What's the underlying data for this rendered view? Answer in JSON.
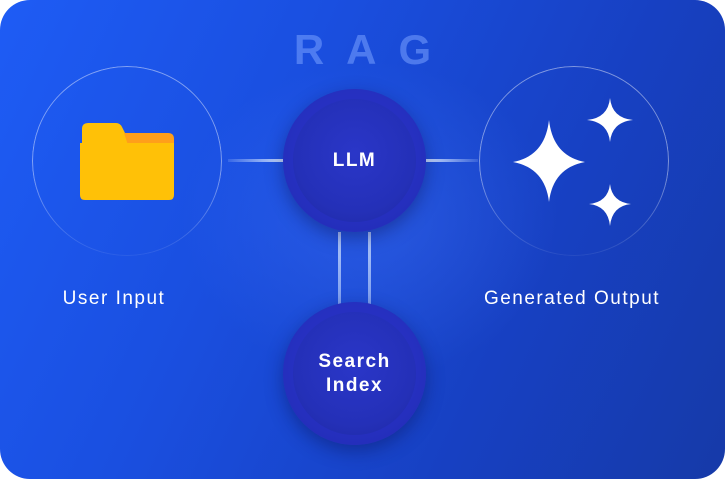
{
  "title": "RAG",
  "nodes": {
    "llm": "LLM",
    "search_line1": "Search",
    "search_line2": "Index"
  },
  "labels": {
    "user_input": "User Input",
    "generated_output": "Generated Output"
  },
  "icons": {
    "input": "folder-icon",
    "output": "sparkle-icon"
  },
  "colors": {
    "background": "#1e5cf5",
    "node": "#2430b8",
    "folder": "#ffc107",
    "folder_tab": "#ff9f1a",
    "text": "#ffffff"
  }
}
